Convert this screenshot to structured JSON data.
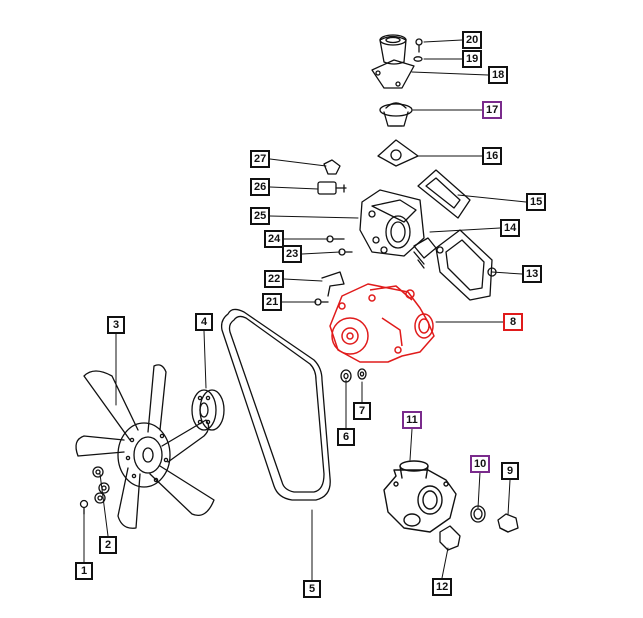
{
  "accent": {
    "highlight_red": "#e01b1b",
    "highlight_purple": "#7a2b8c",
    "line": "#111111"
  },
  "callouts": [
    {
      "id": "c20",
      "label": "20",
      "style": ""
    },
    {
      "id": "c19",
      "label": "19",
      "style": ""
    },
    {
      "id": "c18",
      "label": "18",
      "style": ""
    },
    {
      "id": "c17",
      "label": "17",
      "style": "hl-purple"
    },
    {
      "id": "c16",
      "label": "16",
      "style": ""
    },
    {
      "id": "c27",
      "label": "27",
      "style": ""
    },
    {
      "id": "c26",
      "label": "26",
      "style": ""
    },
    {
      "id": "c15",
      "label": "15",
      "style": ""
    },
    {
      "id": "c25",
      "label": "25",
      "style": ""
    },
    {
      "id": "c14",
      "label": "14",
      "style": ""
    },
    {
      "id": "c24",
      "label": "24",
      "style": ""
    },
    {
      "id": "c23",
      "label": "23",
      "style": ""
    },
    {
      "id": "c13",
      "label": "13",
      "style": ""
    },
    {
      "id": "c22",
      "label": "22",
      "style": ""
    },
    {
      "id": "c21",
      "label": "21",
      "style": ""
    },
    {
      "id": "c8",
      "label": "8",
      "style": "hl-red"
    },
    {
      "id": "c4",
      "label": "4",
      "style": ""
    },
    {
      "id": "c3",
      "label": "3",
      "style": ""
    },
    {
      "id": "c7",
      "label": "7",
      "style": ""
    },
    {
      "id": "c6",
      "label": "6",
      "style": ""
    },
    {
      "id": "c11",
      "label": "11",
      "style": "hl-purple"
    },
    {
      "id": "c10",
      "label": "10",
      "style": "hl-purple"
    },
    {
      "id": "c9",
      "label": "9",
      "style": ""
    },
    {
      "id": "c2",
      "label": "2",
      "style": ""
    },
    {
      "id": "c1",
      "label": "1",
      "style": ""
    },
    {
      "id": "c12",
      "label": "12",
      "style": ""
    },
    {
      "id": "c5",
      "label": "5",
      "style": ""
    }
  ]
}
